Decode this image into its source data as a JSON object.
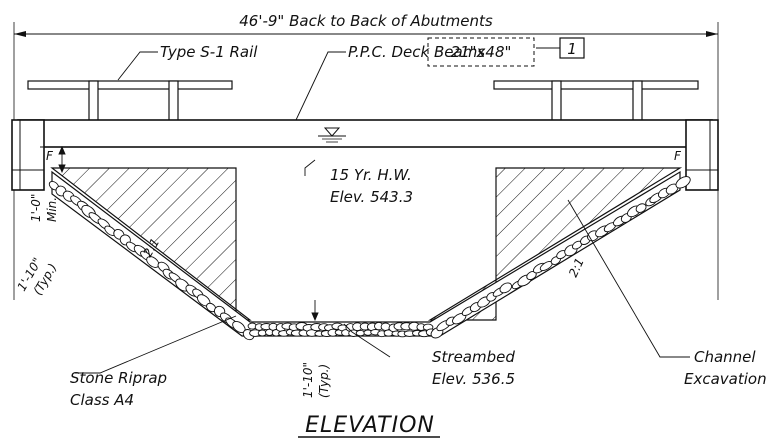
{
  "drawing": {
    "overall_dimension": "46'-9\" Back to Back of Abutments",
    "rail_label": "Type S-1 Rail",
    "deck_label": "P.P.C. Deck Beams",
    "deck_size": "21\"x48\"",
    "note_number": "1",
    "high_water_line1": "15 Yr. H.W.",
    "high_water_line2": "Elev. 543.3",
    "min_cover_dim": "1'-0\"",
    "min_cover_note": "Min.",
    "left_riprap_dim": "1'-10\"",
    "left_riprap_typ": "(Typ.)",
    "left_slope": "2:1",
    "right_slope": "2:1",
    "bottom_riprap_dim": "1'-10\"",
    "bottom_riprap_typ": "(Typ.)",
    "streambed_line1": "Streambed",
    "streambed_line2": "Elev. 536.5",
    "riprap_line1": "Stone Riprap",
    "riprap_line2": "Class A4",
    "channel_line1": "Channel",
    "channel_line2": "Excavation",
    "left_fill_mark": "F",
    "right_fill_mark": "F",
    "view_title": "ELEVATION"
  }
}
